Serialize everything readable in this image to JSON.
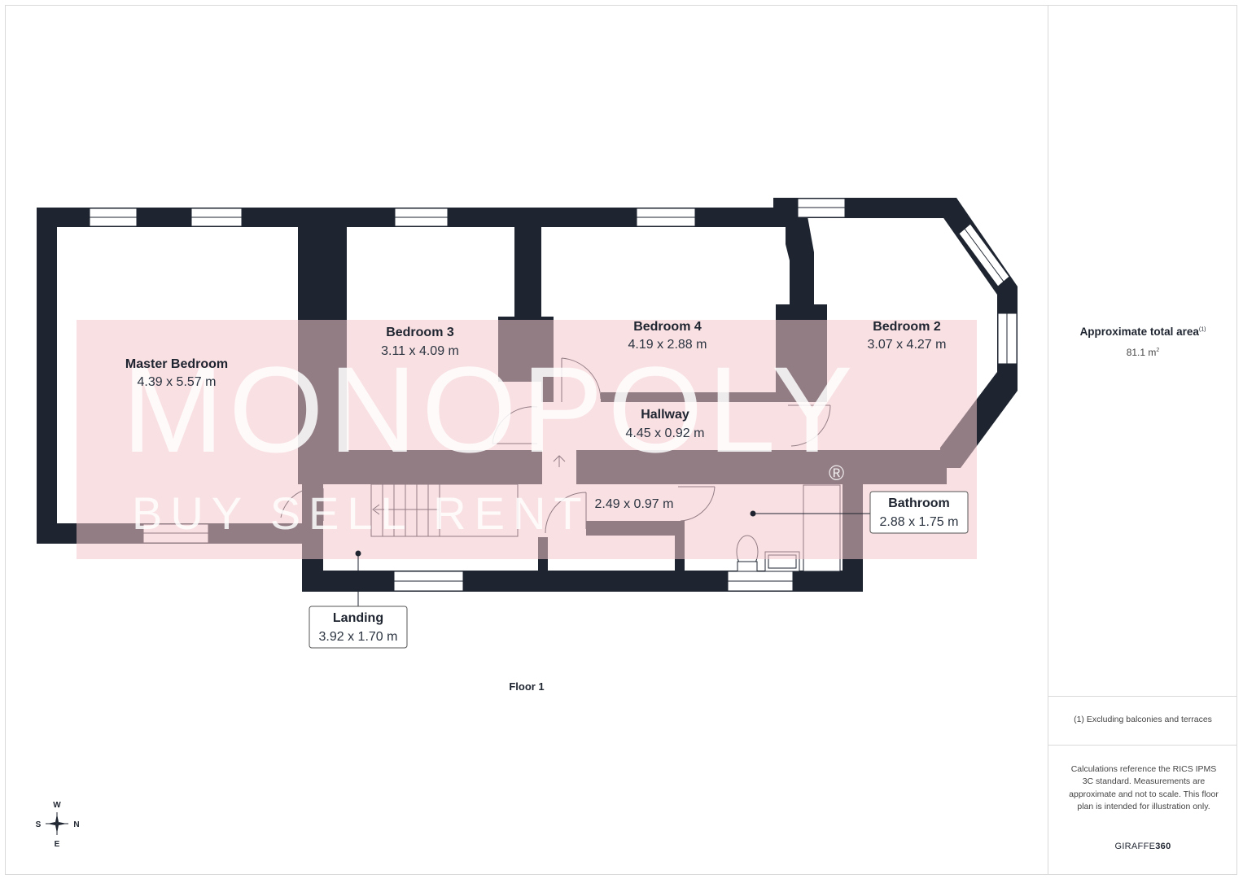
{
  "plan": {
    "floor_label": "Floor 1",
    "rooms": [
      {
        "name": "Master Bedroom",
        "dims": "4.39 x 5.57 m"
      },
      {
        "name": "Bedroom 3",
        "dims": "3.11 x 4.09 m"
      },
      {
        "name": "Bedroom 4",
        "dims": "4.19 x 2.88 m"
      },
      {
        "name": "Bedroom 2",
        "dims": "3.07 x 4.27 m"
      },
      {
        "name": "Hallway",
        "dims": "4.45 x 0.92 m"
      },
      {
        "name": "",
        "dims": "2.49 x 0.97 m"
      },
      {
        "name": "Bathroom",
        "dims": "2.88 x 1.75 m"
      },
      {
        "name": "Landing",
        "dims": "3.92 x 1.70 m"
      }
    ],
    "watermark": {
      "brand": "MONOPOLY",
      "tagline": "BUY  SELL  RENT",
      "registered": "®",
      "color": "#f4c7cc"
    },
    "compass": {
      "north": "N",
      "south": "S",
      "east": "E",
      "west": "W"
    },
    "wall_color": "#1e2530"
  },
  "sidebar": {
    "area_label": "Approximate total area",
    "area_footnote_mark": "(1)",
    "area_value": "81.1 m",
    "area_unit_sup": "2",
    "footnote": "(1) Excluding balconies and terraces",
    "disclaimer": "Calculations reference the RICS IPMS 3C standard. Measurements are approximate and not to scale. This floor plan is intended for illustration only.",
    "brand_prefix": "GIRAFFE",
    "brand_suffix": "360"
  }
}
